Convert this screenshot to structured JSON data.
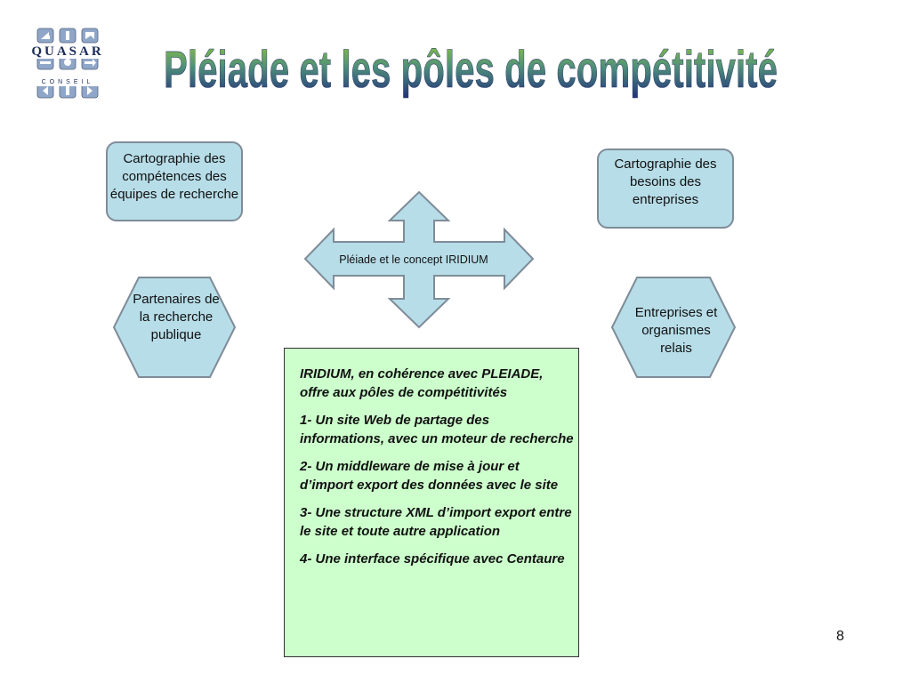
{
  "logo": {
    "name": "QUASAR",
    "subtitle": "CONSEIL"
  },
  "title": "Pléiade et les pôles de compétitivité",
  "center_arrow_label": "Pléiade et le concept IRIDIUM",
  "boxes": {
    "top_left": "Cartographie des compétences des équipes de recherche",
    "top_right": "Cartographie des besoins des entreprises"
  },
  "hexagons": {
    "left": "Partenaires de la recherche publique",
    "right": "Entreprises et organismes relais"
  },
  "note": {
    "paragraphs": [
      "IRIDIUM, en cohérence avec PLEIADE, offre aux pôles de compétitivités",
      "1- Un site Web de partage des informations, avec un moteur de recherche",
      "2- Un middleware de mise à jour et d’import export des données avec le site",
      "3- Une structure XML d’import export entre le site et toute autre application",
      "4- Une interface spécifique avec Centaure"
    ]
  },
  "page_number": "8",
  "colors": {
    "box_fill": "#b7dde8",
    "box_border": "#7f8c99",
    "note_fill": "#ccffcc",
    "title_gradient_top": "#7ab82e",
    "title_gradient_bottom": "#1f2e7a"
  }
}
